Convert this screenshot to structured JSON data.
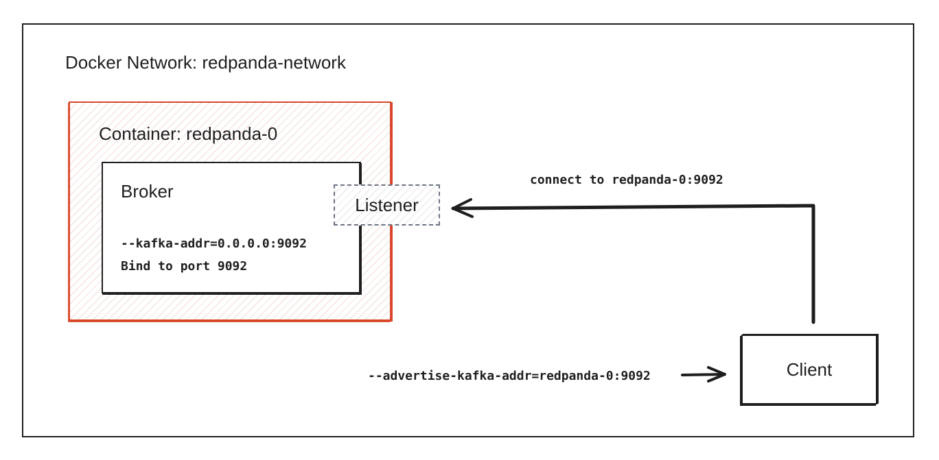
{
  "network": {
    "title": "Docker Network: redpanda-network"
  },
  "container": {
    "title": "Container: redpanda-0",
    "border_color": "#d9472b"
  },
  "broker": {
    "title": "Broker",
    "line1": "--kafka-addr=0.0.0.0:9092",
    "line2": "Bind to port 9092"
  },
  "listener": {
    "label": "Listener"
  },
  "connection": {
    "label": "connect to redpanda-0:9092"
  },
  "client": {
    "label": "Client"
  },
  "advertise": {
    "label": "--advertise-kafka-addr=redpanda-0:9092"
  }
}
